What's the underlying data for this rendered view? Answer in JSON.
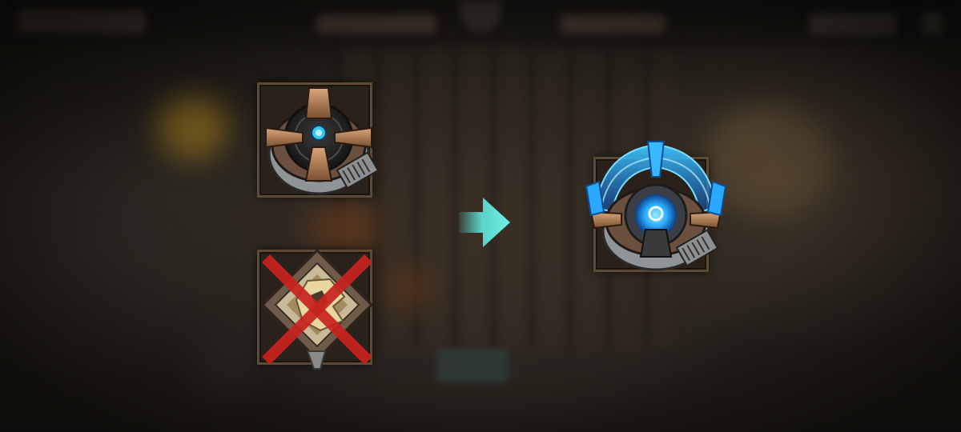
{
  "scene": {
    "left_items": [
      {
        "name": "old-module",
        "icon": "gear-module-icon",
        "removed": false
      },
      {
        "name": "rune-fragment",
        "icon": "golden-rune-icon",
        "removed": true
      }
    ],
    "transition_icon": "right-arrow-icon",
    "result_item": {
      "name": "upgraded-module",
      "icon": "glowing-gear-module-icon"
    }
  },
  "colors": {
    "frame_border": "#5c4a37",
    "arrow": "#5fe6dd",
    "cross": "#c8231f",
    "glow": "#2aa8ff"
  }
}
